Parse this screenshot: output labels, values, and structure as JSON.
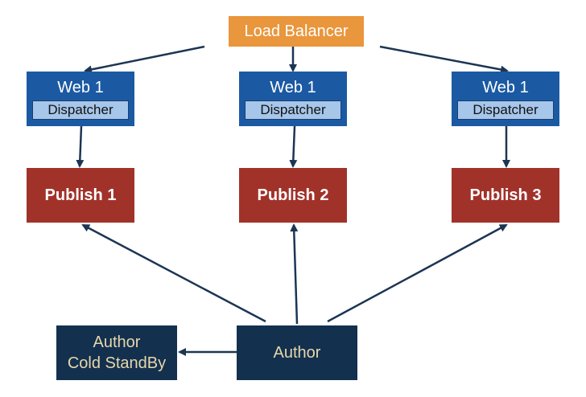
{
  "load_balancer": {
    "label": "Load Balancer"
  },
  "web_nodes": [
    {
      "title": "Web 1",
      "dispatcher": "Dispatcher"
    },
    {
      "title": "Web 1",
      "dispatcher": "Dispatcher"
    },
    {
      "title": "Web 1",
      "dispatcher": "Dispatcher"
    }
  ],
  "publish_nodes": [
    {
      "label": "Publish 1"
    },
    {
      "label": "Publish 2"
    },
    {
      "label": "Publish 3"
    }
  ],
  "author": {
    "label": "Author"
  },
  "author_standby": {
    "line1": "Author",
    "line2": "Cold StandBy"
  },
  "colors": {
    "load_balancer": "#e9963c",
    "web": "#1b5aa3",
    "dispatcher": "#a6c6ea",
    "publish": "#a1322a",
    "author": "#13304f",
    "author_text": "#e7d7aa",
    "arrow": "#1c3553"
  }
}
